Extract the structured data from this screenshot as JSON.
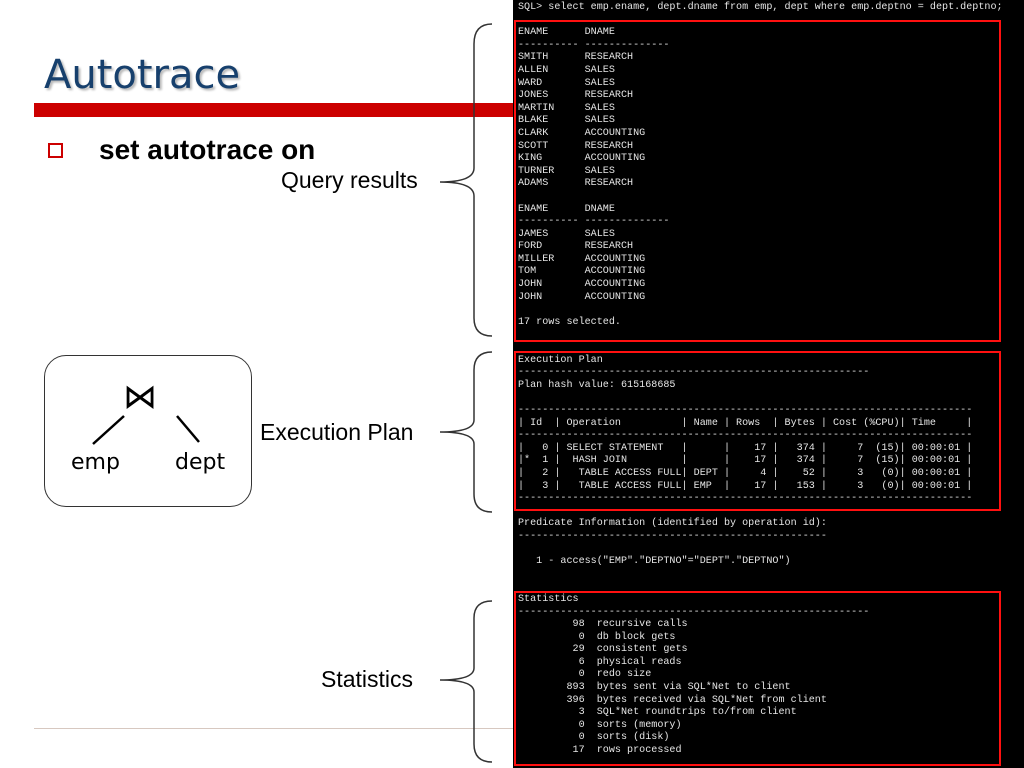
{
  "slide": {
    "title": "Autotrace",
    "bullet": "set autotrace on",
    "labels": {
      "query_results": "Query results",
      "execution_plan": "Execution Plan",
      "statistics": "Statistics"
    },
    "join_diagram": {
      "symbol": "⋈",
      "left_table": "emp",
      "right_table": "dept"
    }
  },
  "terminal": {
    "lines": [
      "SQL> select emp.ename, dept.dname from emp, dept where emp.deptno = dept.deptno;",
      "",
      "ENAME      DNAME",
      "---------- --------------",
      "SMITH      RESEARCH",
      "ALLEN      SALES",
      "WARD       SALES",
      "JONES      RESEARCH",
      "MARTIN     SALES",
      "BLAKE      SALES",
      "CLARK      ACCOUNTING",
      "SCOTT      RESEARCH",
      "KING       ACCOUNTING",
      "TURNER     SALES",
      "ADAMS      RESEARCH",
      "",
      "ENAME      DNAME",
      "---------- --------------",
      "JAMES      SALES",
      "FORD       RESEARCH",
      "MILLER     ACCOUNTING",
      "TOM        ACCOUNTING",
      "JOHN       ACCOUNTING",
      "JOHN       ACCOUNTING",
      "",
      "17 rows selected.",
      "",
      "",
      "Execution Plan",
      "----------------------------------------------------------",
      "Plan hash value: 615168685",
      "",
      "---------------------------------------------------------------------------",
      "| Id  | Operation          | Name | Rows  | Bytes | Cost (%CPU)| Time     |",
      "---------------------------------------------------------------------------",
      "|   0 | SELECT STATEMENT   |      |    17 |   374 |     7  (15)| 00:00:01 |",
      "|*  1 |  HASH JOIN         |      |    17 |   374 |     7  (15)| 00:00:01 |",
      "|   2 |   TABLE ACCESS FULL| DEPT |     4 |    52 |     3   (0)| 00:00:01 |",
      "|   3 |   TABLE ACCESS FULL| EMP  |    17 |   153 |     3   (0)| 00:00:01 |",
      "---------------------------------------------------------------------------",
      "",
      "Predicate Information (identified by operation id):",
      "---------------------------------------------------",
      "",
      "   1 - access(\"EMP\".\"DEPTNO\"=\"DEPT\".\"DEPTNO\")",
      "",
      "",
      "Statistics",
      "----------------------------------------------------------",
      "         98  recursive calls",
      "          0  db block gets",
      "         29  consistent gets",
      "          6  physical reads",
      "          0  redo size",
      "        893  bytes sent via SQL*Net to client",
      "        396  bytes received via SQL*Net from client",
      "          3  SQL*Net roundtrips to/from client",
      "          0  sorts (memory)",
      "          0  sorts (disk)",
      "         17  rows processed"
    ]
  },
  "colors": {
    "title": "#17406d",
    "accent_red": "#cc0000",
    "highlight_box": "#ff1010",
    "terminal_bg": "#000000",
    "terminal_text": "#e6e6e6"
  }
}
